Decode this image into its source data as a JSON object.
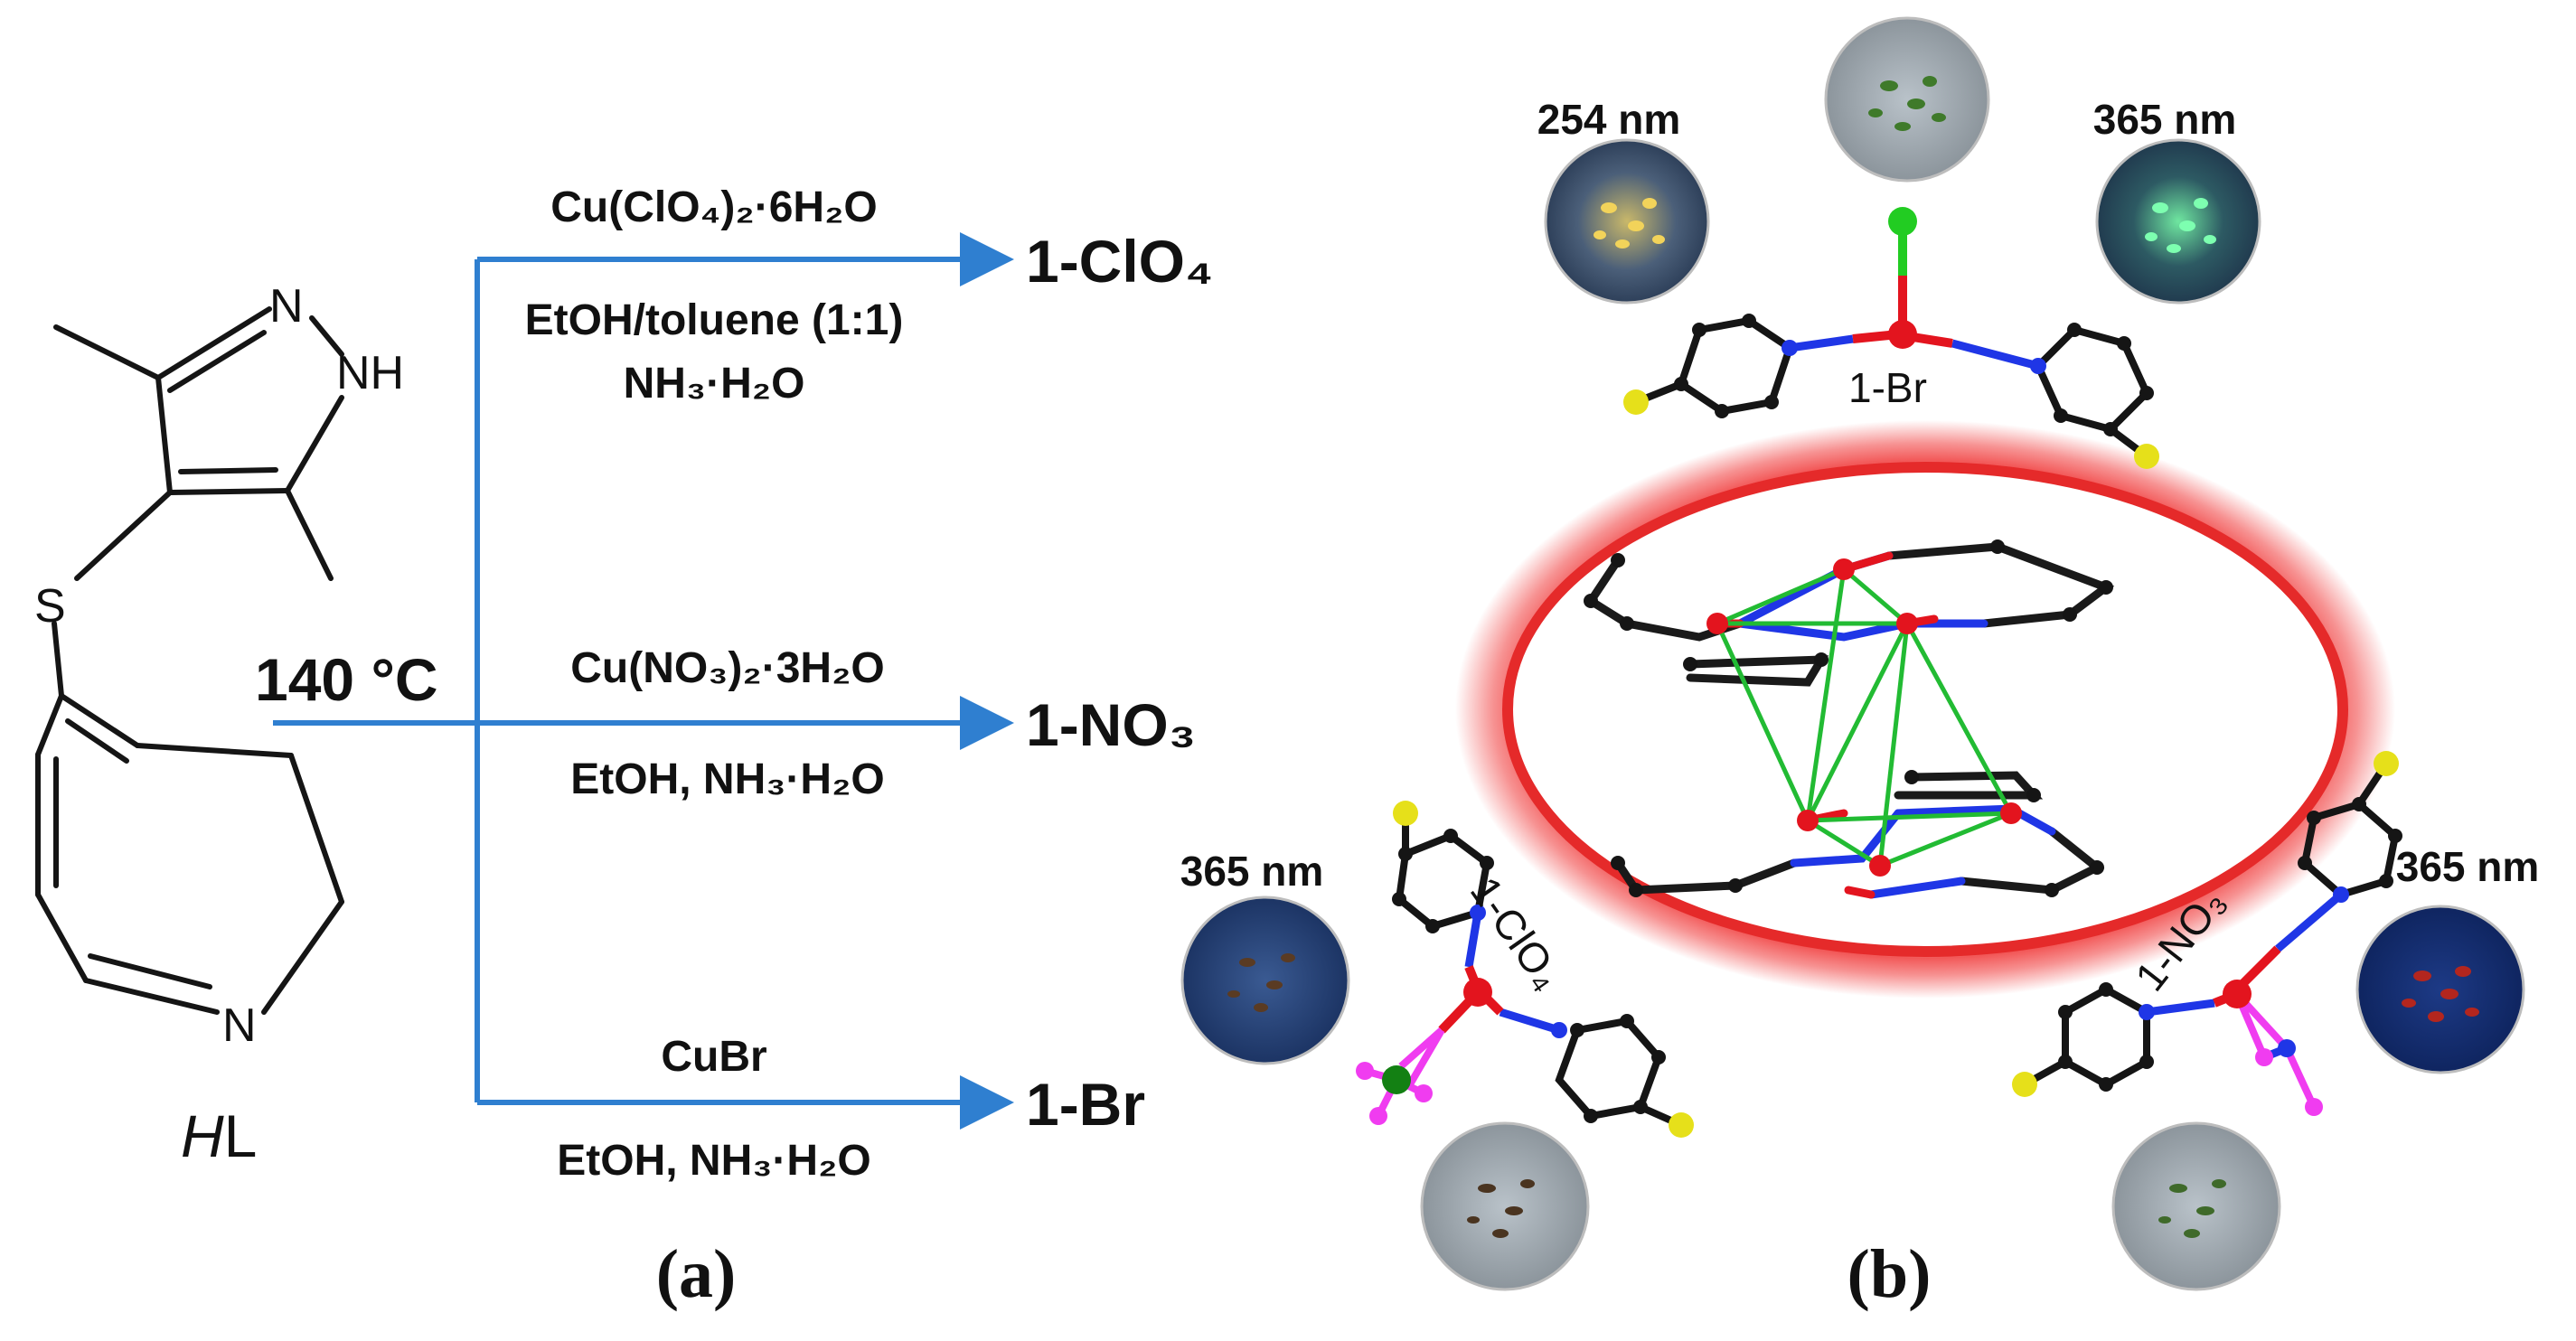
{
  "colors": {
    "arrow": "#2f7fd0",
    "bond_black": "#151515",
    "nitrogen": "#1f36e6",
    "copper": "#e3141e",
    "halo": "#f03a3a",
    "sulfur": "#e6e01a",
    "bromine": "#22cc22",
    "oxygen_magenta": "#f03cf0",
    "chlorine": "#138013"
  },
  "panel_a": {
    "ligand": {
      "N_top": "N",
      "NH": "NH",
      "S": "S",
      "N_pyridine": "N",
      "name_italic": "H",
      "name_rest": "L"
    },
    "temperature": "140 °C",
    "rows": [
      {
        "reagent": "Cu(ClO₄)₂·6H₂O",
        "conditions_1": "EtOH/toluene (1:1)",
        "conditions_2": "NH₃·H₂O",
        "product": "1-ClO₄"
      },
      {
        "reagent": "Cu(NO₃)₂·3H₂O",
        "conditions_1": "EtOH, NH₃·H₂O",
        "product": "1-NO₃"
      },
      {
        "reagent": "CuBr",
        "conditions_1": "EtOH, NH₃·H₂O",
        "product": "1-Br"
      }
    ],
    "caption": "(a)"
  },
  "panel_b": {
    "top_left_wavelength": "254 nm",
    "top_right_wavelength": "365 nm",
    "label_br": "1-Br",
    "label_clo4": "1-ClO₄",
    "label_no3": "1-NO₃",
    "left_wavelength": "365 nm",
    "right_wavelength": "365 nm",
    "caption": "(b)"
  }
}
